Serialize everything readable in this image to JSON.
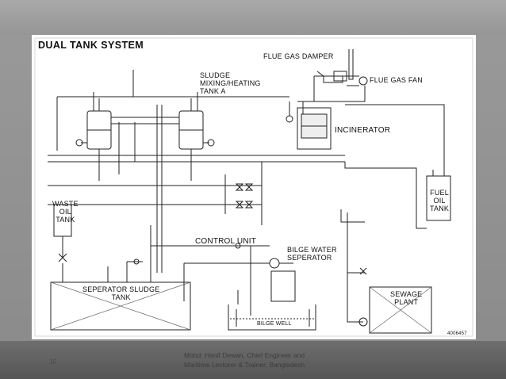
{
  "slide": {
    "credit_line1": "Mohd. Hanif Dewan, Chief Engineer and",
    "credit_line2": "Maritime Lecturer & Trainer, Bangladesh",
    "slide_number": "16"
  },
  "diagram": {
    "title": "DUAL TANK SYSTEM",
    "labels": {
      "flue_gas_damper": "FLUE GAS DAMPER",
      "flue_gas_fan": "FLUE GAS FAN",
      "sludge_tank": "SLUDGE\nMIXING/HEATING\nTANK A",
      "incinerator": "INCINERATOR",
      "fuel_oil_tank": "FUEL\nOIL\nTANK",
      "waste_oil_tank": "WASTE\nOIL\nTANK",
      "control_unit": "CONTROL UNIT",
      "bilge_water_separator": "BILGE WATER\nSEPERATOR",
      "separator_sludge_tank": "SEPERATOR SLUDGE\nTANK",
      "sewage_plant": "SEWAGE\nPLANT",
      "bilge_well": "BILGE WELL",
      "drawing_number": "4006457"
    }
  }
}
